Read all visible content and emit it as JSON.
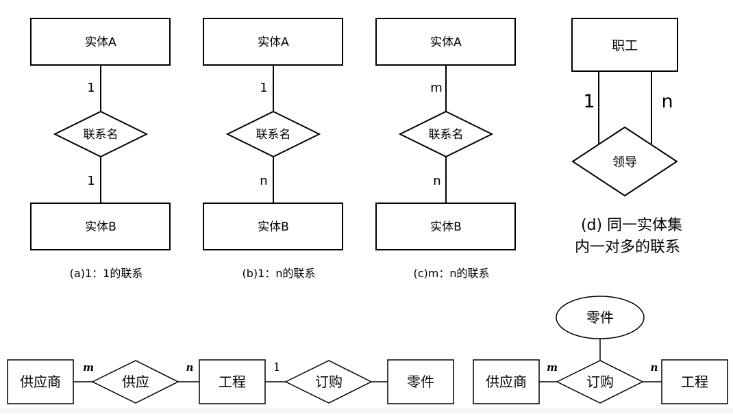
{
  "diagram_a": {
    "entity_top": "实体A",
    "card_top": "1",
    "relationship": "联系名",
    "card_bottom": "1",
    "entity_bottom": "实体B",
    "caption": "(a)1：1的联系"
  },
  "diagram_b": {
    "entity_top": "实体A",
    "card_top": "1",
    "relationship": "联系名",
    "card_bottom": "n",
    "entity_bottom": "实体B",
    "caption": "(b)1：n的联系"
  },
  "diagram_c": {
    "entity_top": "实体A",
    "card_top": "m",
    "relationship": "联系名",
    "card_bottom": "n",
    "entity_bottom": "实体B",
    "caption": "(c)m：n的联系"
  },
  "diagram_d": {
    "entity": "职工",
    "card_left": "1",
    "card_right": "n",
    "relationship": "领导",
    "caption_line1": "(d) 同一实体集",
    "caption_line2": "内一对多的联系"
  },
  "bottom_left": {
    "entity_supplier": "供应商",
    "card_m": "m",
    "rel_supply": "供应",
    "card_n": "n",
    "entity_project": "工程",
    "card_1": "1",
    "rel_order": "订购",
    "entity_part": "零件"
  },
  "bottom_right": {
    "attribute_part": "零件",
    "entity_supplier": "供应商",
    "card_m": "m",
    "rel_order": "订购",
    "card_n": "n",
    "entity_project": "工程"
  }
}
